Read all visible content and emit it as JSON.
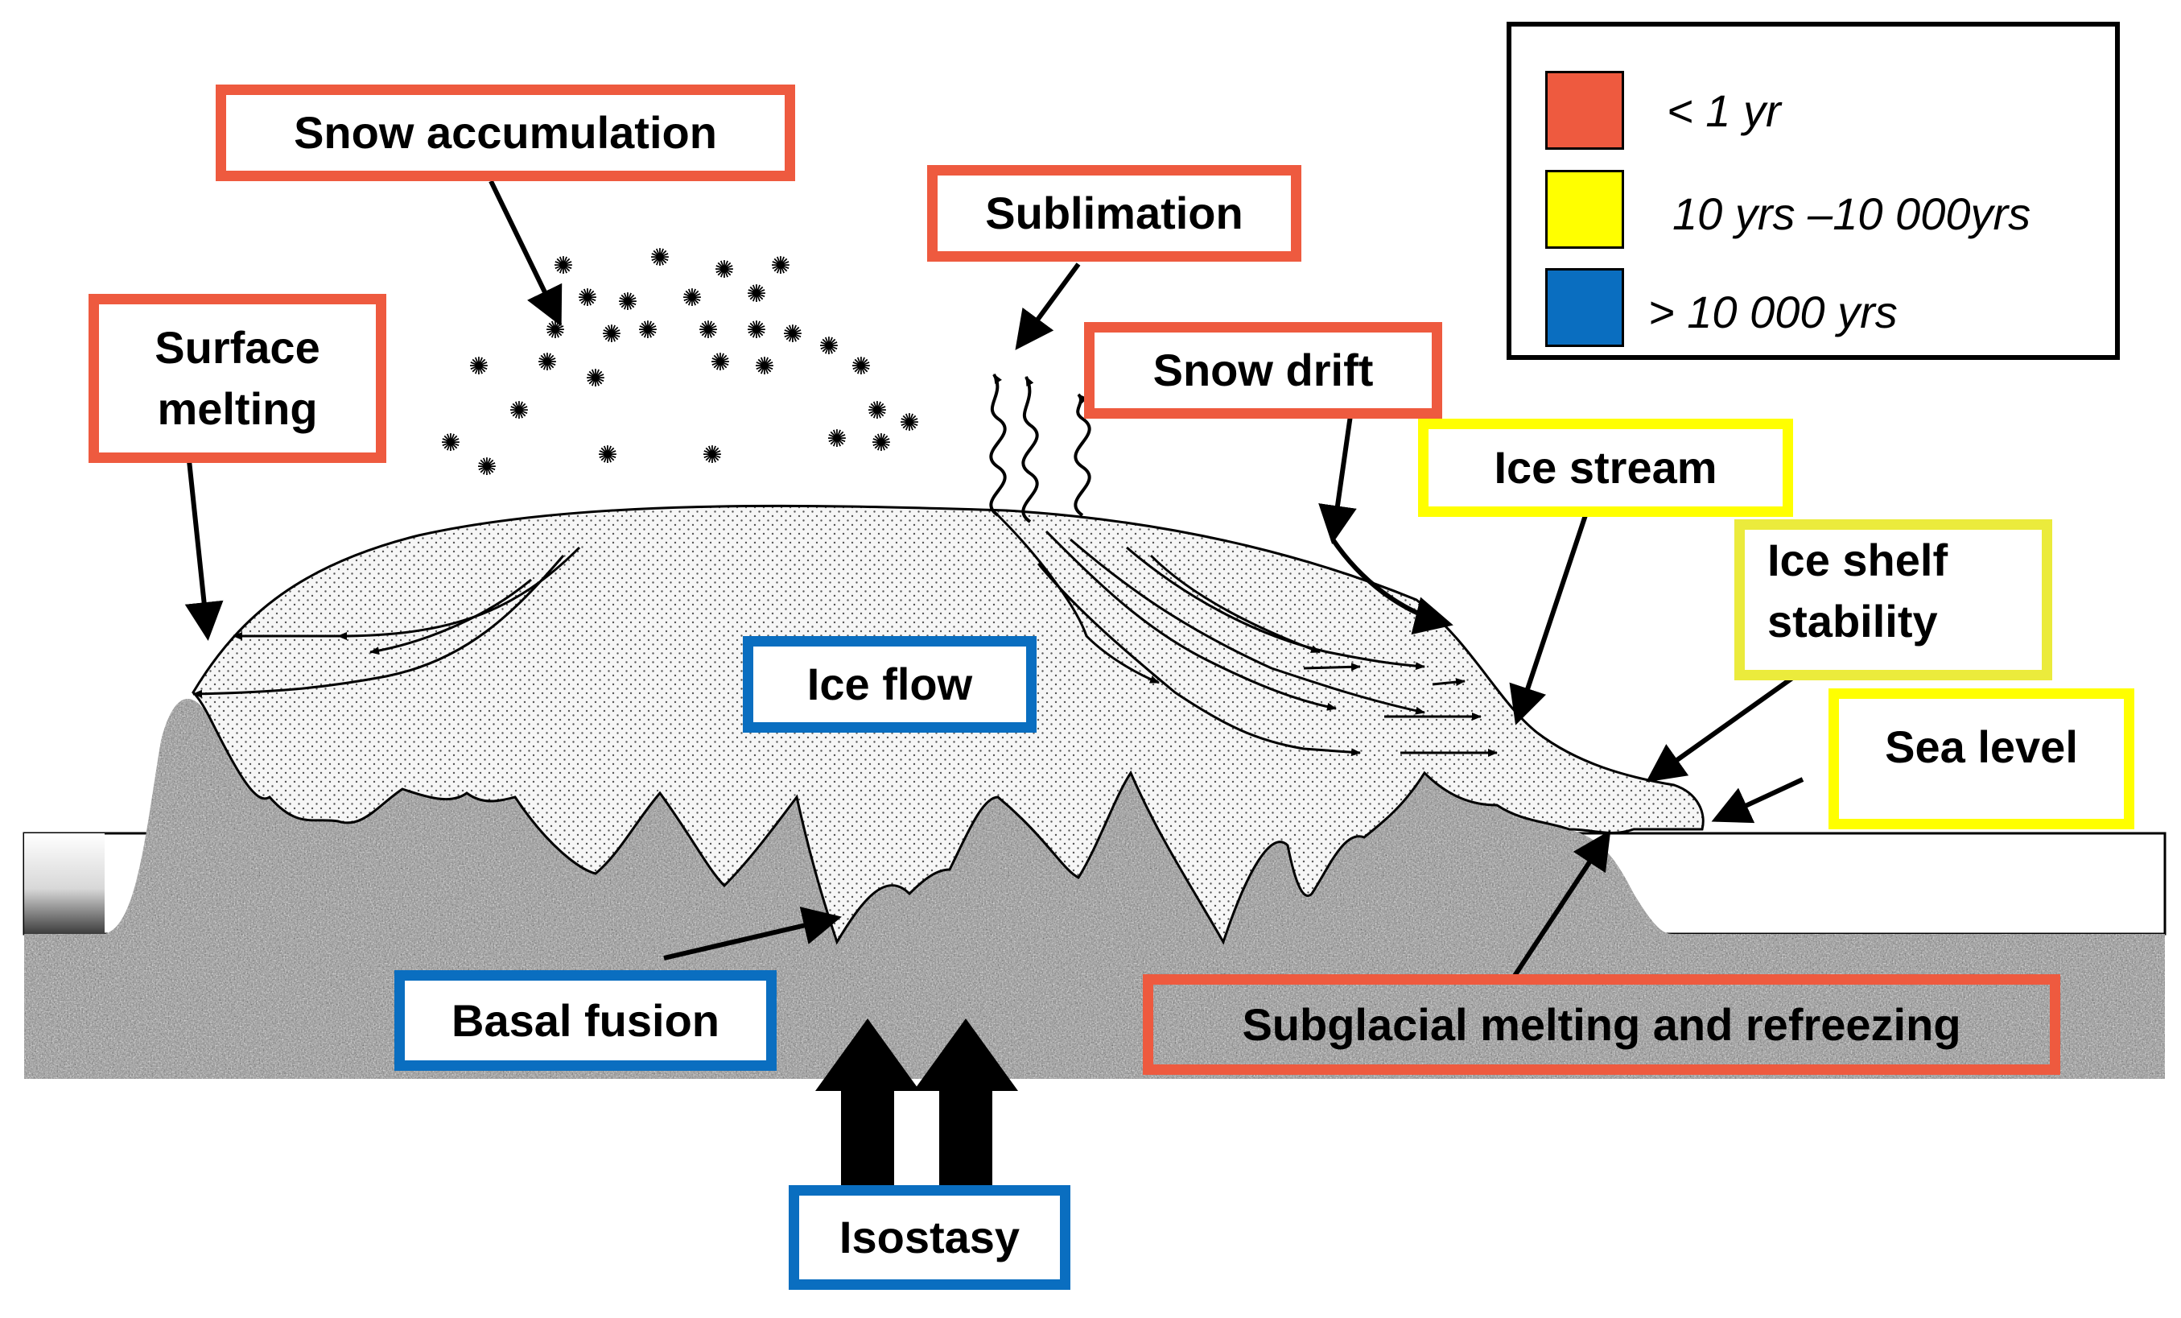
{
  "colors": {
    "short": "#EE5A3F",
    "medium": "#FFFF00",
    "long": "#0A6EC0",
    "rock": "#9a9a9a",
    "ice": "#f4f4f4"
  },
  "legend": [
    {
      "color": "#EE5A3F",
      "text": "< 1 yr"
    },
    {
      "color": "#FFFF00",
      "text": "10 yrs –10 000yrs"
    },
    {
      "color": "#0A6EC0",
      "text": "> 10 000 yrs"
    }
  ],
  "labels": {
    "snow_accumulation": "Snow accumulation",
    "sublimation": "Sublimation",
    "surface_melting_1": "Surface",
    "surface_melting_2": "melting",
    "snow_drift": "Snow drift",
    "ice_stream": "Ice stream",
    "ice_shelf_1": "Ice shelf",
    "ice_shelf_2": "stability",
    "sea_level": "Sea level",
    "ice_flow": "Ice flow",
    "basal_fusion": "Basal fusion",
    "subglacial": "Subglacial melting and refreezing",
    "isostasy": "Isostasy"
  }
}
